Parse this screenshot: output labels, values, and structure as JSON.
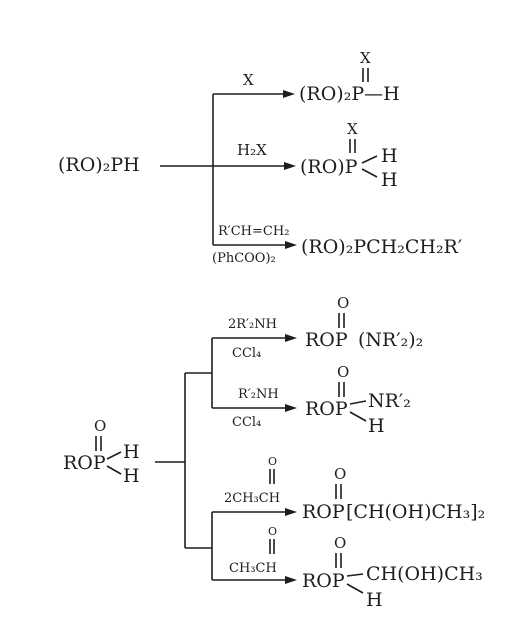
{
  "scheme1": {
    "reactant": "(RO)₂PH",
    "reagent_x": "X",
    "product_a": "(RO)₂P—H",
    "product_a_top": "X",
    "reagent_h2x": "H₂X",
    "product_b_left": "(RO)P",
    "product_b_top": "X",
    "product_b_h1": "H",
    "product_b_h2": "H",
    "reagent_alkene": "R′CH=CH₂",
    "reagent_peroxide": "(PhCOO)₂",
    "product_c": "(RO)₂PCH₂CH₂R′"
  },
  "scheme2": {
    "reactant_left": "ROP",
    "reactant_top": "O",
    "reactant_h1": "H",
    "reactant_h2": "H",
    "reagent_1a": "2R′₂NH",
    "reagent_1b": "CCl₄",
    "product_1_left": "ROP",
    "product_1_right": "(NR′₂)₂",
    "product_1_top": "O",
    "reagent_2a": "R′₂NH",
    "reagent_2b": "CCl₄",
    "product_2_left": "ROP",
    "product_2_right": "NR′₂",
    "product_2_top": "O",
    "product_2_h": "H",
    "reagent_3": "2CH₃CH",
    "reagent_3_top": "O",
    "product_3_left": "ROP",
    "product_3_right": "[CH(OH)CH₃]₂",
    "product_3_top": "O",
    "reagent_4": "CH₃CH",
    "reagent_4_top": "O",
    "product_4_left": "ROP",
    "product_4_right": "CH(OH)CH₃",
    "product_4_top": "O",
    "product_4_h": "H"
  }
}
